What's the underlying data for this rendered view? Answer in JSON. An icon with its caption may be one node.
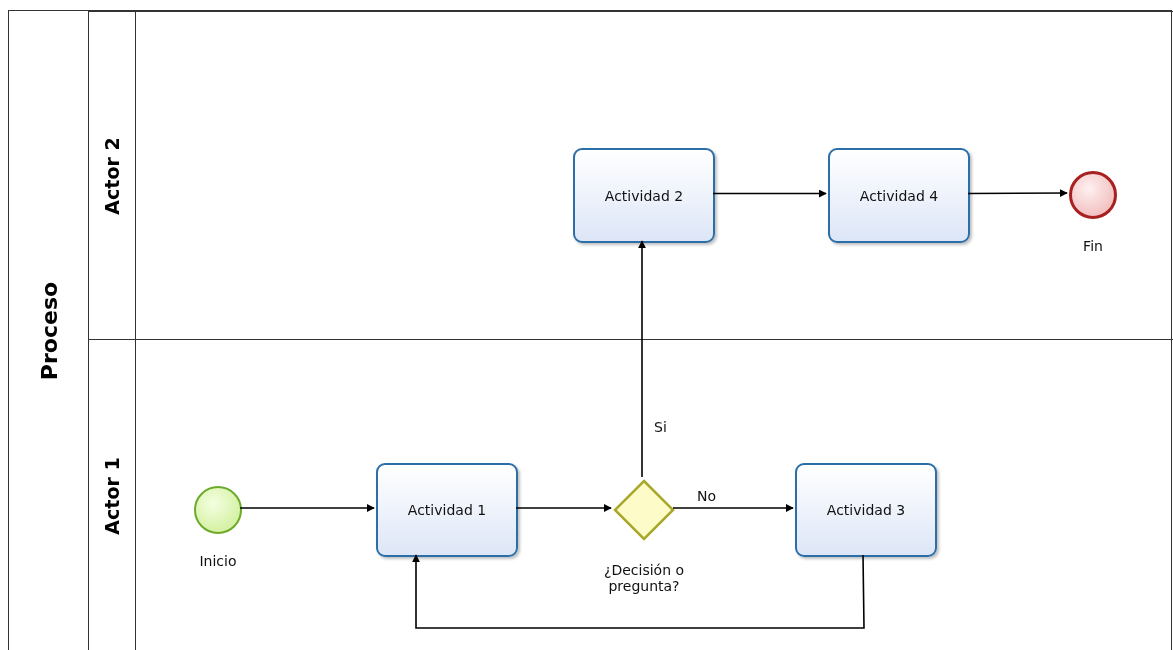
{
  "diagram": {
    "nodes": [
      {
        "text": [
          "Proceso"
        ]
      },
      {
        "text": [
          "Actor 2"
        ],
        "in": 0
      },
      {
        "text": [
          "Actividad 2"
        ],
        "in": 1
      },
      {
        "text": [
          "Actividad 4"
        ],
        "in": 1
      },
      {
        "text": [],
        "shape": "circle",
        "in": 1,
        "beside": [
          "Fin"
        ]
      },
      {
        "text": [
          "Actor 1"
        ],
        "in": 0
      },
      {
        "text": [],
        "shape": "circle",
        "in": 5,
        "beside": [
          "Inicio"
        ]
      },
      {
        "text": [
          "Actividad 1"
        ],
        "in": 5
      },
      {
        "text": [],
        "shape": "diamond",
        "in": 5,
        "beside": [
          "¿Decisión o pregunta?"
        ]
      },
      {
        "text": [
          "Actividad 3"
        ],
        "in": 5
      }
    ],
    "edges": [
      {
        "from": 6,
        "to": 7,
        "arrow": "to"
      },
      {
        "from": 7,
        "to": 8,
        "arrow": "to"
      },
      {
        "from": 8,
        "to": 9,
        "arrow": "to",
        "label": "No"
      },
      {
        "from": 8,
        "to": 2,
        "arrow": "to",
        "label": "Si"
      },
      {
        "from": 9,
        "to": 7,
        "arrow": "to"
      },
      {
        "from": 2,
        "to": 3,
        "arrow": "to"
      },
      {
        "from": 3,
        "to": 4,
        "arrow": "to"
      }
    ]
  }
}
